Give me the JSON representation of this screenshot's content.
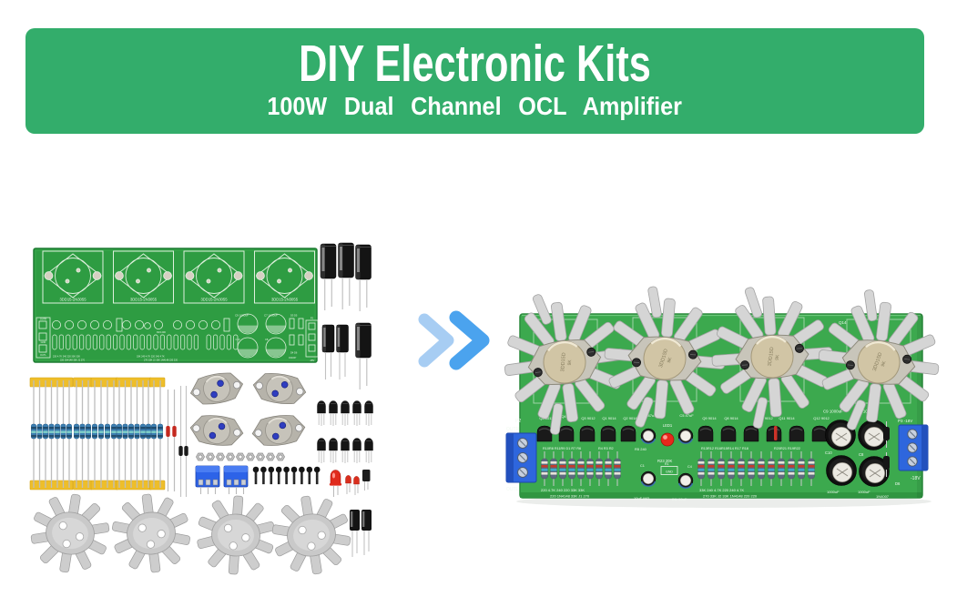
{
  "banner": {
    "title": "DIY Electronic Kits",
    "subtitle": "100W Dual Channel OCL Amplifier",
    "background_color": "#33AD6B",
    "text_color": "#FFFFFF"
  },
  "transition_arrow": {
    "icon": "double-chevron-right",
    "front_color": "#4BA3EE",
    "back_color": "#A7CDF3"
  },
  "kit_panel": {
    "footprint_label": "3DD15-2N3055"
  },
  "silkscreen": {
    "q14": "Q14",
    "terminal_left_ref": "P2",
    "out_right": "OUTR",
    "out_left": "OUTL",
    "gnd": "GND",
    "terminal_right_ref": "P3 -18V",
    "neg_rail": "-18V",
    "q_labels": [
      "Q5 9012",
      "Q4 9012",
      "Q3 9012",
      "Q1 9014",
      "Q2 9014",
      "C2 47uF",
      "C5 47uF",
      "Q9 9014",
      "Q8 9014",
      "Q10 9012",
      "Q11 9014",
      "Q12 9012"
    ],
    "led": "LED1",
    "r5": "R5 240",
    "r23": "R23 20K",
    "r1": "R1",
    "c1": "C1",
    "c4": "C4",
    "cap_line_left": "10uF INR",
    "cap_line_right": "INL 10uF",
    "refs_left_a": "R10R8 R11R9 D1 R7 R6",
    "refs_left_b": "R4 R3 R2",
    "values_left_1": "220  4.7K  240  220  33K  33K",
    "values_left_2": "220  1N4148  33K  J1  270",
    "refs_right_a": "R13R12  R16R15R14  R17 R18",
    "refs_right_b": "R20R21 R19R22",
    "values_right_1": "33K  240  4.7K  220  240  4.7K",
    "values_right_2": "270  33K J2  33K  1N4148  220  220",
    "cap_c9": "C9 1000uF",
    "cap_c7": "C7 1000uF",
    "cap_c10": "C10",
    "cap_c8": "C8",
    "cap_value": "1000uF",
    "d6": "D6",
    "d6_value": "1N4007",
    "d3d5": "D3 D5",
    "d4d6": "D4 D6"
  },
  "assembled_panel": {
    "can_marking": "3DD15D",
    "can_marking_2": "9K"
  }
}
